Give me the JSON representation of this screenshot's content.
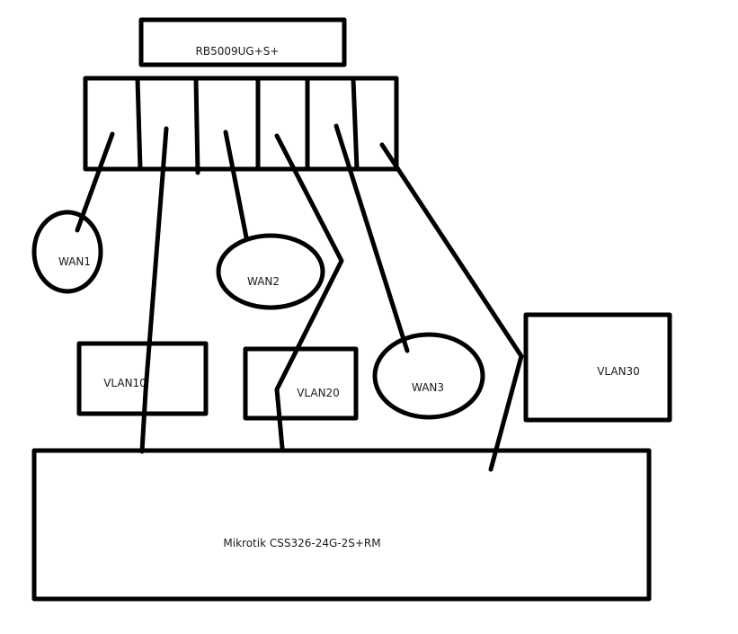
{
  "diagram": {
    "router": {
      "label": "RB5009UG+S+"
    },
    "switch": {
      "label": "Mikrotik CSS326-24G-2S+RM"
    },
    "wans": [
      {
        "label": "WAN1"
      },
      {
        "label": "WAN2"
      },
      {
        "label": "WAN3"
      }
    ],
    "vlans": [
      {
        "label": "VLAN10"
      },
      {
        "label": "VLAN20"
      },
      {
        "label": "VLAN30"
      }
    ],
    "colors": {
      "stroke": "#000000",
      "background": "#ffffff",
      "text": "#1a1a1a"
    }
  }
}
